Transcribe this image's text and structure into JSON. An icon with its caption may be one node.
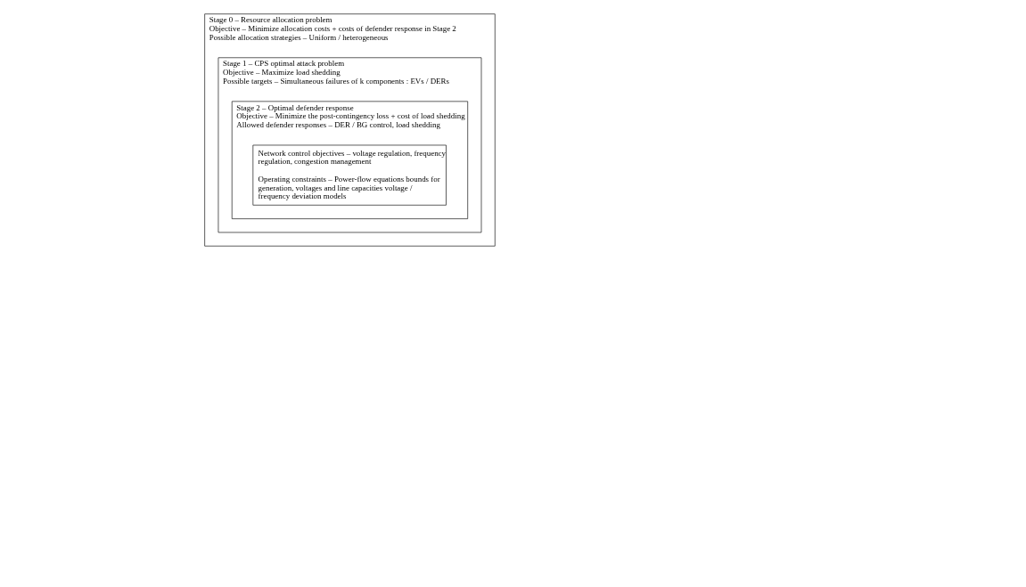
{
  "diagram": {
    "nodes": [
      {
        "text": [
          "Stage 0 – Resource allocation problem",
          "Objective – Minimize allocation costs + costs of defender response in Stage 2",
          "Possible allocation strategies – Uniform / heterogeneous"
        ]
      },
      {
        "text": [
          "Stage 1 – CPS optimal attack problem",
          "Objective – Maximize load shedding",
          "Possible targets – Simultaneous failures of k components : EVs / DERs"
        ],
        "in": 0
      },
      {
        "text": [
          "Stage 2 – Optimal defender response",
          "Objective – Minimize the post-contingency loss + cost of load shedding",
          "Allowed defender responses – DER / BG control, load shedding"
        ],
        "in": 1
      },
      {
        "text": [
          "Network control objectives – voltage regulation, frequency regulation, congestion management",
          "Operating constraints – Power-flow equations bounds for generation, voltages and line capacities voltage / frequency deviation models"
        ],
        "in": 2
      }
    ]
  }
}
